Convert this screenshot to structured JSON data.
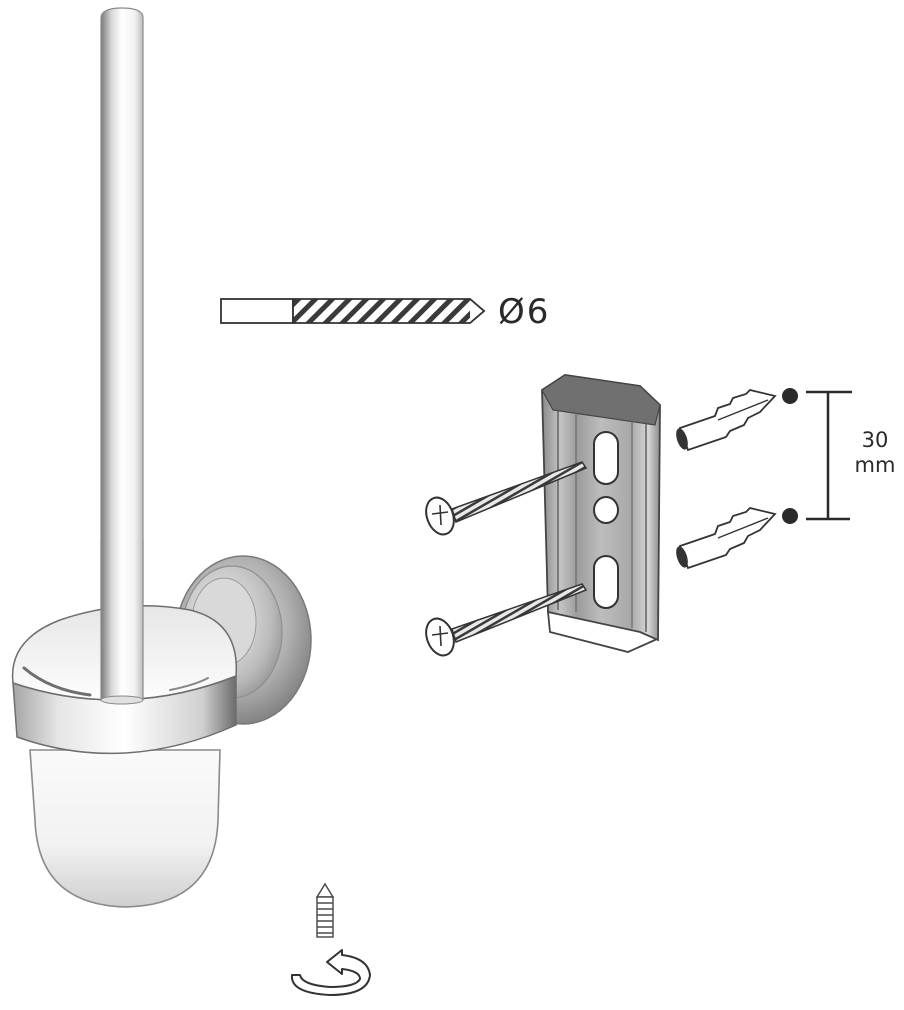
{
  "diagram": {
    "type": "assembly-instructions",
    "subject": "Wall-mounted toilet brush holder",
    "drill": {
      "label": "Ø6",
      "symbol": "Ø",
      "diameter": "6"
    },
    "hole_spacing": {
      "value": "30",
      "unit": "mm"
    },
    "parts": [
      {
        "name": "toilet-brush",
        "description": "Brush handle inserted in holder"
      },
      {
        "name": "brush-holder-cup",
        "description": "Frosted cup with lid and wall rosette"
      },
      {
        "name": "drill-bit",
        "description": "6 mm drill bit"
      },
      {
        "name": "wall-bracket",
        "description": "Metal mounting plate with three holes"
      },
      {
        "name": "screws",
        "count": 2
      },
      {
        "name": "wall-plugs",
        "count": 2
      },
      {
        "name": "set-screw",
        "description": "Grub screw with rotation arrow"
      }
    ],
    "colors": {
      "line": "#2a2a2a",
      "metal_dark": "#6e6e6e",
      "metal_light": "#bdbdbd",
      "background": "#ffffff"
    }
  }
}
